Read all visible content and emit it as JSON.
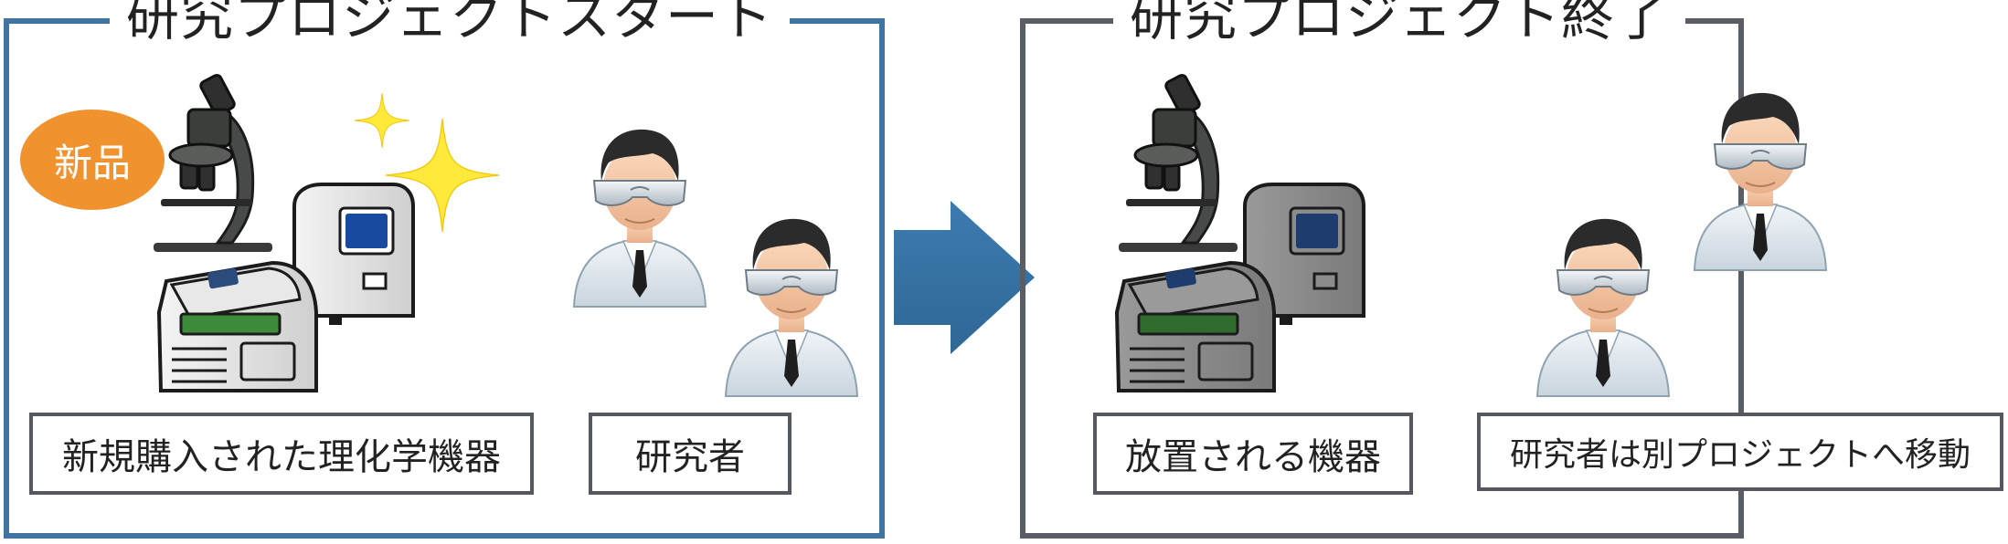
{
  "start_panel": {
    "title": "研究プロジェクトスタート",
    "badge": "新品",
    "equipment_label": "新規購入された理化学機器",
    "researcher_label": "研究者"
  },
  "end_panel": {
    "title": "研究プロジェクト終了",
    "equipment_label": "放置される機器",
    "researcher_label": "研究者は別プロジェクトへ移動"
  },
  "colors": {
    "start_frame": "#3f74a3",
    "end_frame": "#5a5d63",
    "arrow": "#3a73a6",
    "badge": "#f0922e",
    "sparkle": "#ffe93a"
  }
}
